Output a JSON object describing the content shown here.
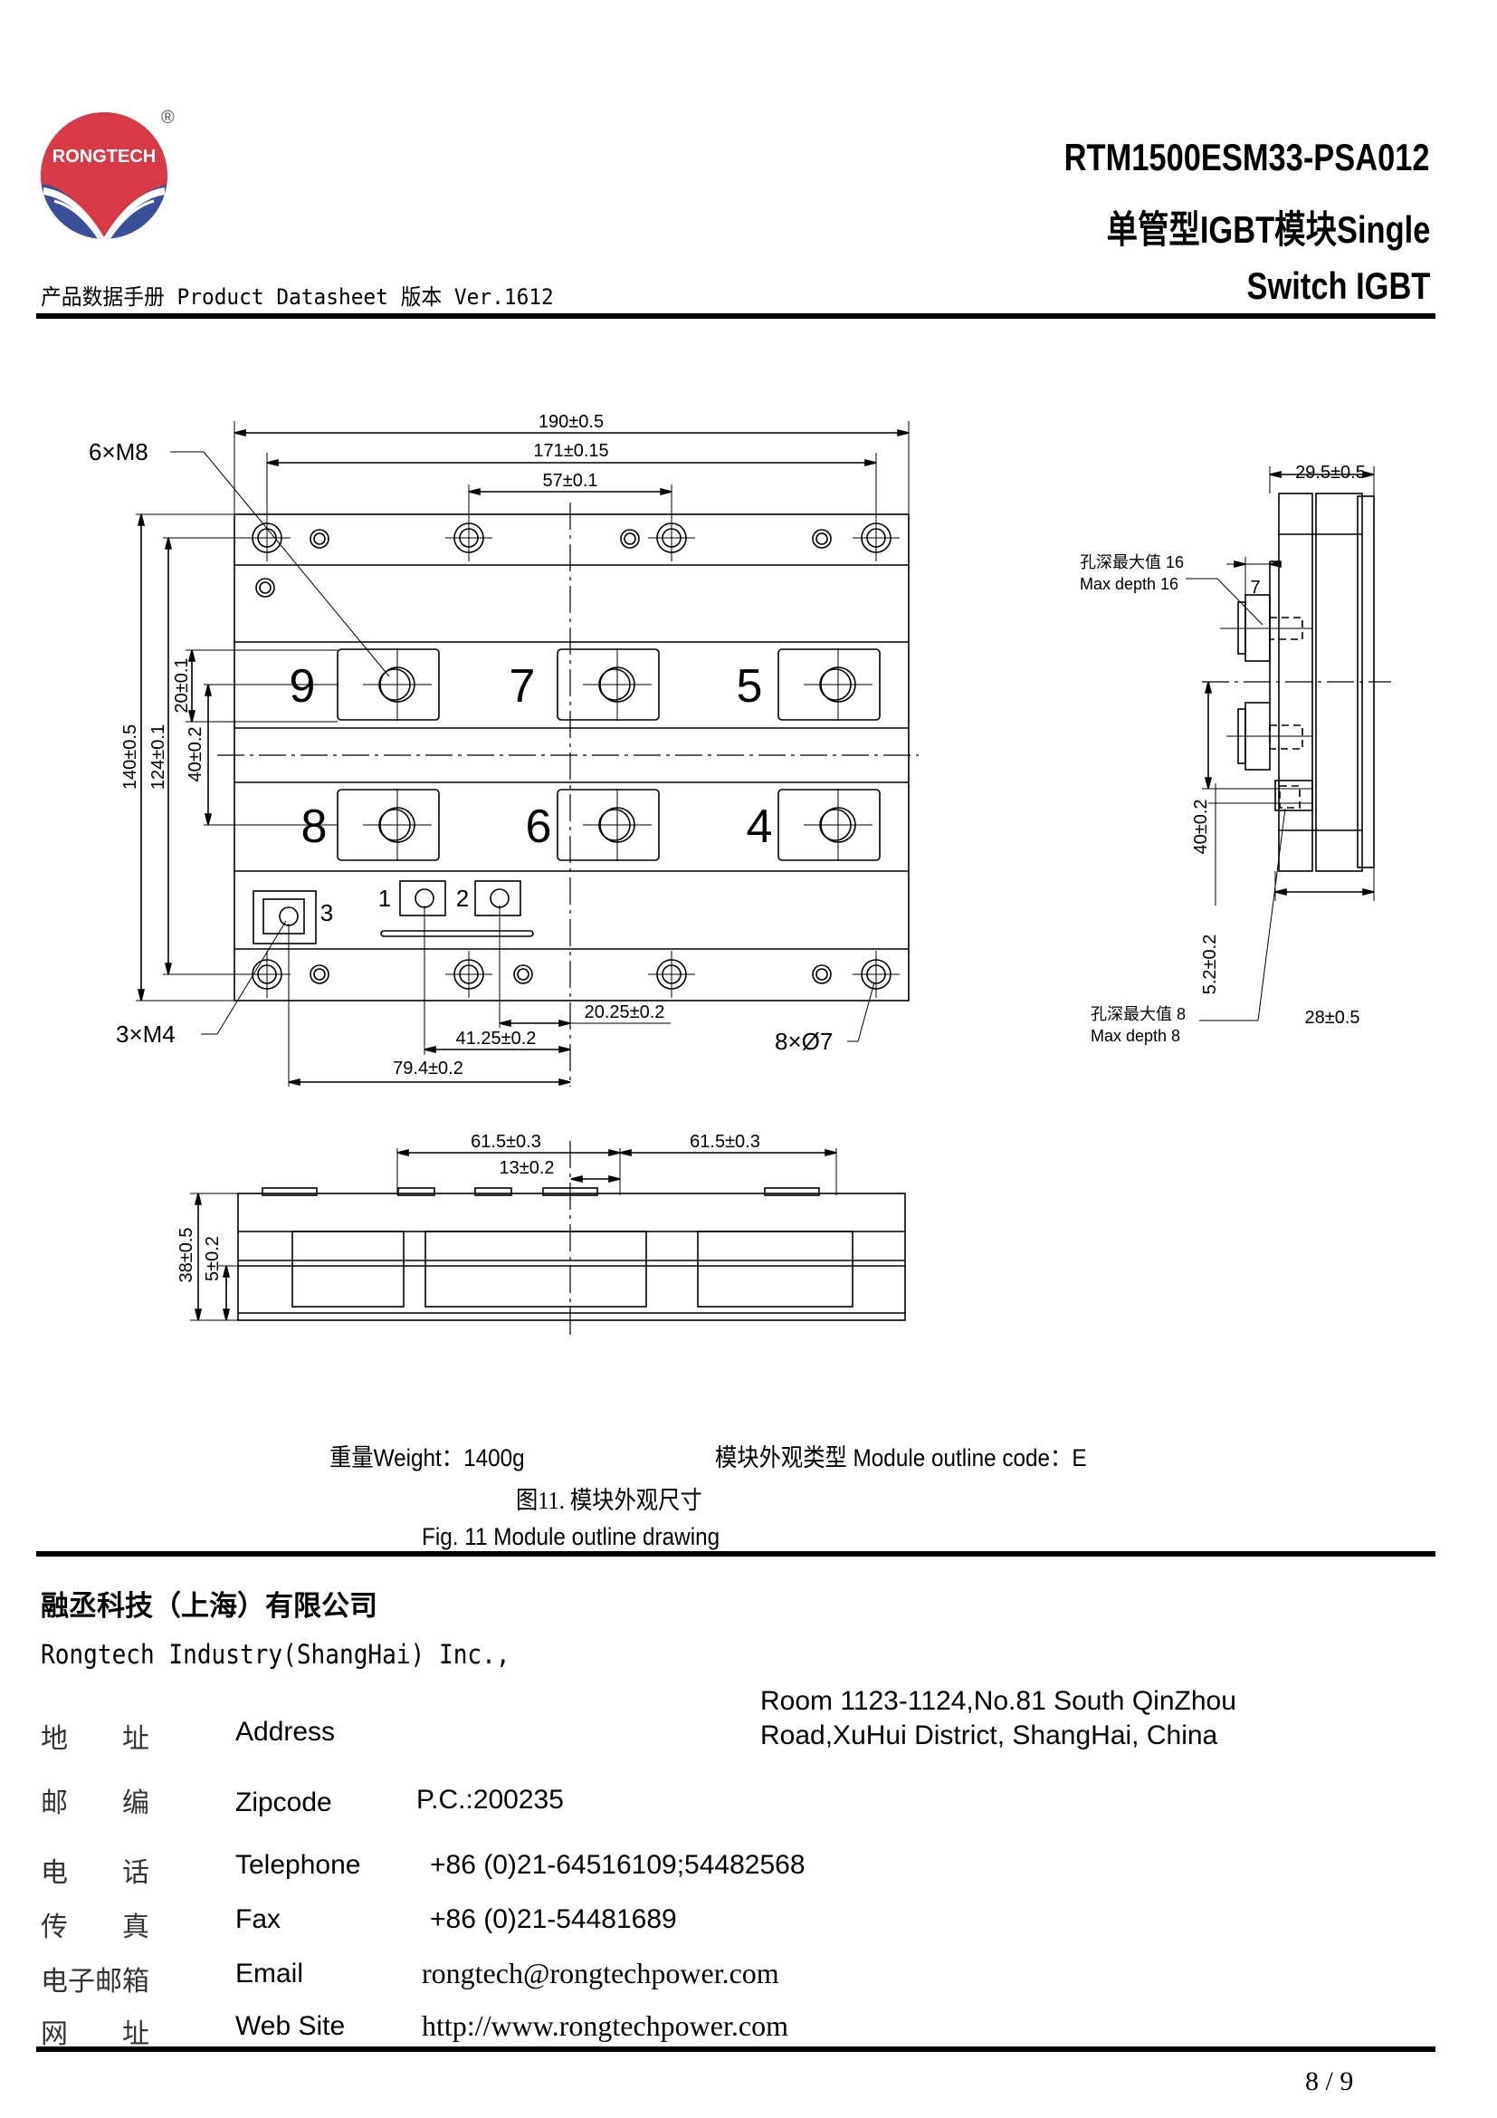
{
  "header": {
    "brand": "RONGTECH",
    "registered_mark": "®",
    "model": "RTM1500ESM33-PSA012",
    "title_line2": "单管型IGBT模块Single",
    "title_line3": "Switch IGBT",
    "subheader": "产品数据手册   Product Datasheet 版本 Ver.1612",
    "colors": {
      "logo_red": "#d83a45",
      "logo_blue": "#3a4f9a"
    }
  },
  "drawing": {
    "top_view": {
      "dim_width_total": "190±0.5",
      "dim_hole_span": "171±0.15",
      "dim_center_holes": "57±0.1",
      "dim_height_total": "140±0.5",
      "dim_hole_height": "124±0.1",
      "dim_terminal_width": "20±0.1",
      "dim_terminal_pitch": "40±0.2",
      "dim_aux2": "20.25±0.2",
      "dim_aux1": "41.25±0.2",
      "dim_aux3": "79.4±0.2",
      "note_m8": "6×M8",
      "note_m4": "3×M4",
      "note_holes": "8×Ø7",
      "terminals": [
        "9",
        "7",
        "5",
        "8",
        "6",
        "4",
        "1",
        "2",
        "3"
      ]
    },
    "side_view": {
      "dim_height": "29.5±0.5",
      "dim_base": "28±0.5",
      "dim_7": "7",
      "dim_pitch": "40±0.2",
      "dim_aux": "5.2±0.2",
      "note16_cn": "孔深最大值 16",
      "note16_en": "Max depth 16",
      "note8_cn": "孔深最大值 8",
      "note8_en": "Max depth 8"
    },
    "front_view": {
      "dim_left": "61.5±0.3",
      "dim_right": "61.5±0.3",
      "dim_center": "13±0.2",
      "dim_height": "38±0.5",
      "dim_base": "5±0.2"
    }
  },
  "captions": {
    "weight": "重量Weight：1400g",
    "outline_code": "模块外观类型 Module outline code：E",
    "fig_cn": "图11.  模块外观尺寸",
    "fig_en": "Fig. 11  Module outline drawing"
  },
  "company": {
    "name_cn": "融丞科技（上海）有限公司",
    "name_en": "Rongtech Industry(ShangHai) Inc.,",
    "rows": [
      {
        "cn": "地　　址",
        "en": "Address",
        "value": "Room 1123-1124,No.81 South QinZhou",
        "value2": "Road,XuHui District, ShangHai, China"
      },
      {
        "cn": "邮　　编",
        "en": "Zipcode",
        "value": "P.C.:200235"
      },
      {
        "cn": "电　　话",
        "en": "Telephone",
        "value": "+86 (0)21-64516109;54482568"
      },
      {
        "cn": "传　　真",
        "en": "Fax",
        "value": "+86 (0)21-54481689"
      },
      {
        "cn": "电子邮箱",
        "en": "Email",
        "value": "rongtech@rongtechpower.com"
      },
      {
        "cn": "网　　址",
        "en": "Web Site",
        "value": "http://www.rongtechpower.com"
      }
    ]
  },
  "footer": {
    "page": "8 / 9"
  }
}
